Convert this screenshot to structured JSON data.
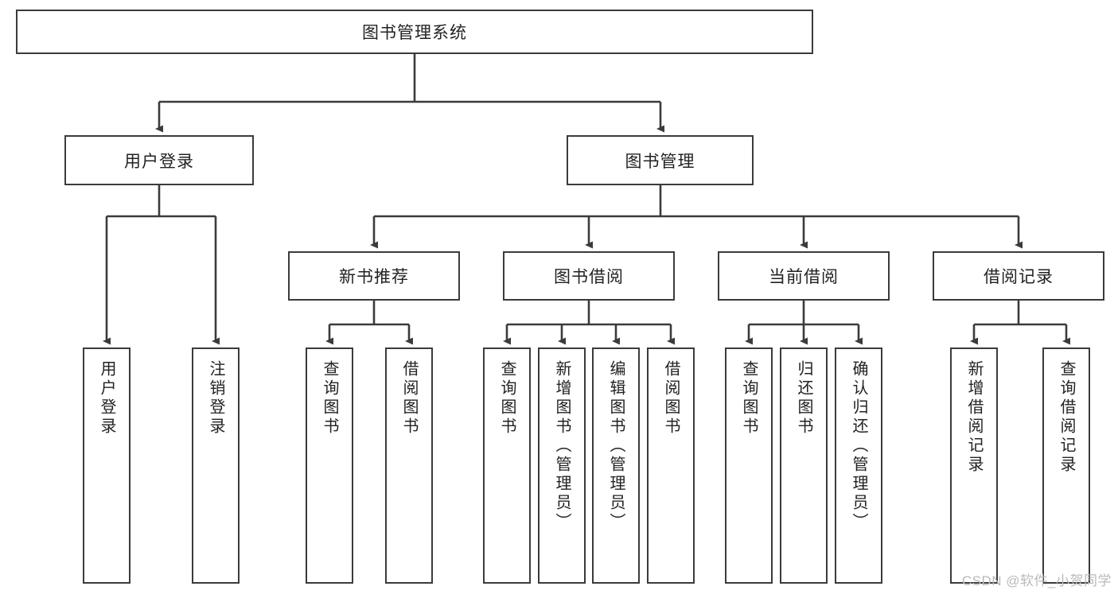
{
  "diagram": {
    "type": "tree",
    "title": "图书管理系统",
    "watermark": "CSDN @软件_小贺同学",
    "colors": {
      "box_border": "#3b3b3b",
      "box_fill": "#ffffff",
      "connector": "#3b3b3b",
      "text": "#222222",
      "watermark": "#b9b9b9"
    },
    "root": {
      "label": "图书管理系统"
    },
    "level2": [
      {
        "label": "用户登录"
      },
      {
        "label": "图书管理"
      }
    ],
    "level3": [
      {
        "label": "新书推荐"
      },
      {
        "label": "图书借阅"
      },
      {
        "label": "当前借阅"
      },
      {
        "label": "借阅记录"
      }
    ],
    "leaves": {
      "user_login": [
        {
          "label": "用户登录"
        },
        {
          "label": "注销登录"
        }
      ],
      "new_book": [
        {
          "label": "查询图书"
        },
        {
          "label": "借阅图书"
        }
      ],
      "book_borrow": [
        {
          "label": "查询图书"
        },
        {
          "label": "新增图书（管理员）"
        },
        {
          "label": "编辑图书（管理员）"
        },
        {
          "label": "借阅图书"
        }
      ],
      "current_borrow": [
        {
          "label": "查询图书"
        },
        {
          "label": "归还图书"
        },
        {
          "label": "确认归还（管理员）"
        }
      ],
      "borrow_record": [
        {
          "label": "新增借阅记录"
        },
        {
          "label": "查询借阅记录"
        }
      ]
    }
  }
}
